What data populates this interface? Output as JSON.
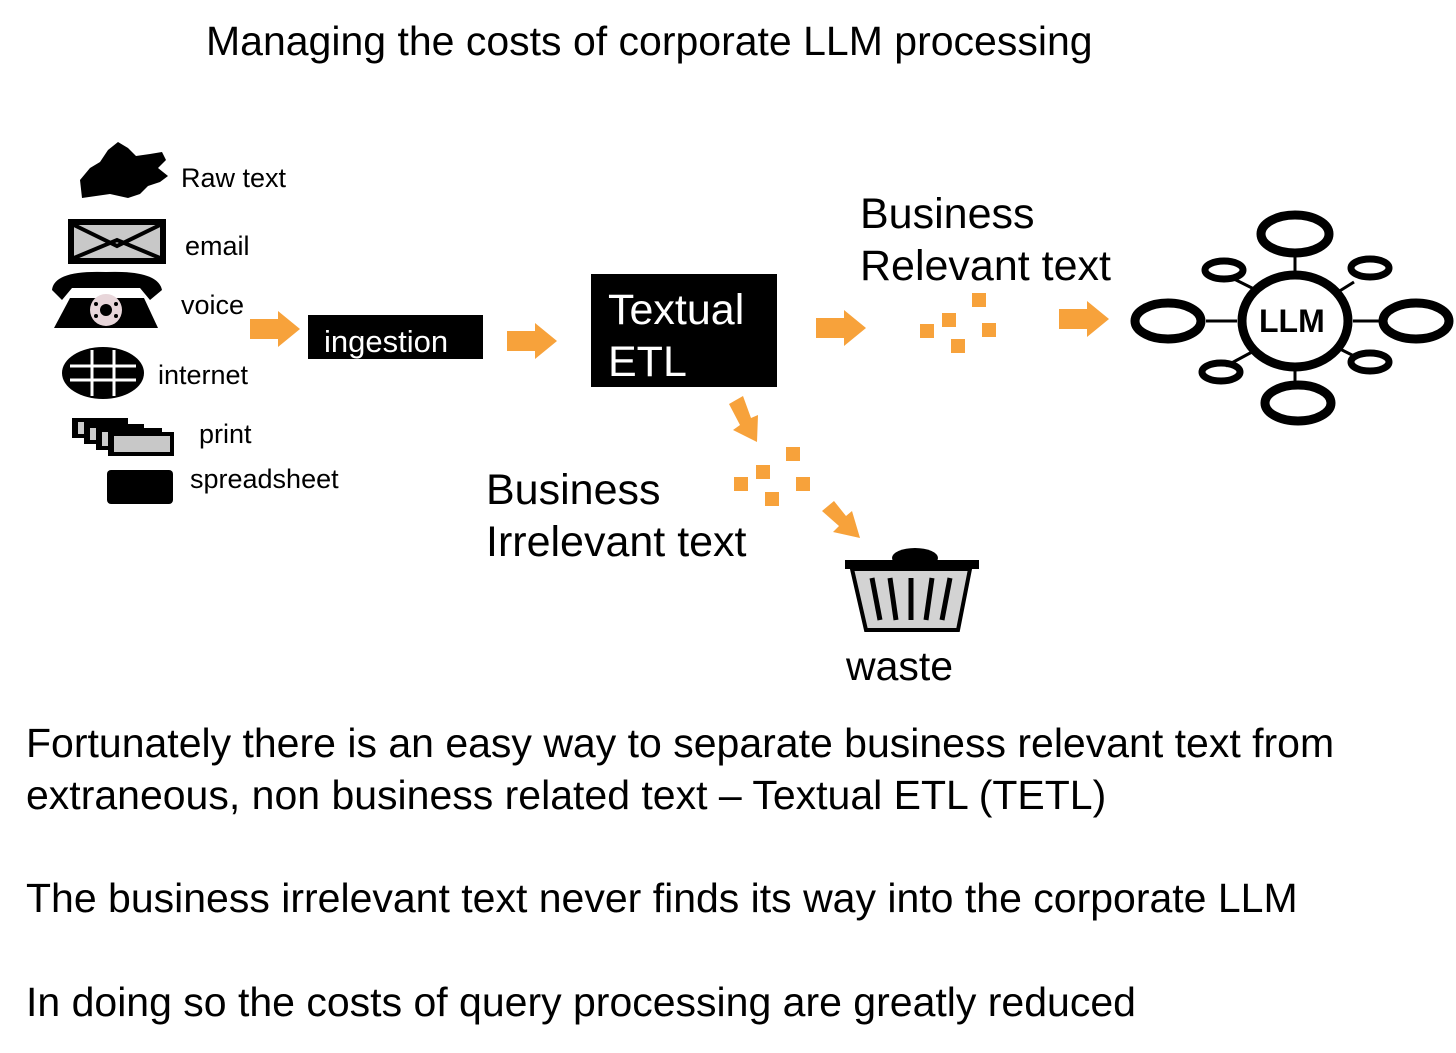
{
  "title": "Managing the costs of corporate LLM processing",
  "sources": [
    {
      "label": "Raw text",
      "icon": "raw-text-icon"
    },
    {
      "label": "email",
      "icon": "envelope-icon"
    },
    {
      "label": "voice",
      "icon": "telephone-icon"
    },
    {
      "label": "internet",
      "icon": "globe-icon"
    },
    {
      "label": "print",
      "icon": "printed-pages-icon"
    },
    {
      "label": "spreadsheet",
      "icon": "spreadsheet-icon"
    }
  ],
  "ingestion": "ingestion",
  "textual_etl": {
    "line1": "Textual",
    "line2": "ETL"
  },
  "relevant": {
    "line1": "Business",
    "line2": "Relevant text"
  },
  "irrelevant": {
    "line1": "Business",
    "line2": "Irrelevant text"
  },
  "llm": "LLM",
  "waste": "waste",
  "paragraphs": {
    "p1_line1": "Fortunately there is an easy way to separate business relevant text from",
    "p1_line2": "extraneous, non business related text – Textual ETL (TETL)",
    "p2": "The business irrelevant text never finds its way into the corporate LLM",
    "p3": "In doing so the costs of query processing are greatly reduced"
  },
  "colors": {
    "arrow": "#f7a23b",
    "box": "#000000",
    "bin_fill": "#d3d3d3"
  }
}
